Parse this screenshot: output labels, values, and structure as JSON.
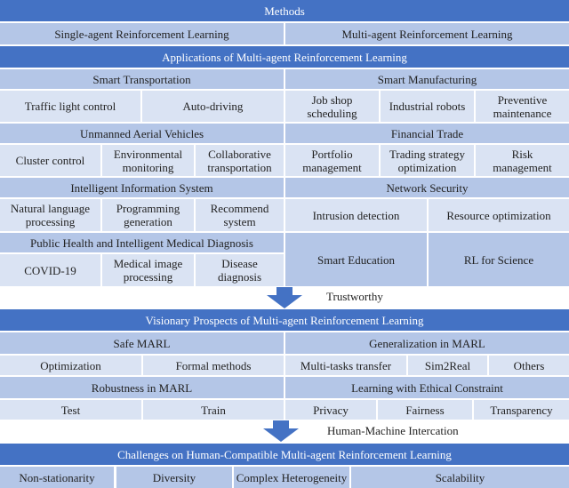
{
  "methods": {
    "title": "Methods",
    "items": [
      "Single-agent Reinforcement Learning",
      "Multi-agent Reinforcement Learning"
    ]
  },
  "applications": {
    "title": "Applications of Multi-agent Reinforcement Learning",
    "smart_transportation": {
      "title": "Smart Transportation",
      "items": [
        "Traffic light control",
        "Auto-driving"
      ]
    },
    "smart_manufacturing": {
      "title": "Smart Manufacturing",
      "items": [
        "Job shop scheduling",
        "Industrial robots",
        "Preventive maintenance"
      ]
    },
    "uav": {
      "title": "Unmanned Aerial Vehicles",
      "items": [
        "Cluster control",
        "Environmental monitoring",
        "Collaborative transportation"
      ]
    },
    "financial_trade": {
      "title": "Financial Trade",
      "items": [
        "Portfolio management",
        "Trading strategy optimization",
        "Risk management"
      ]
    },
    "iis": {
      "title": "Intelligent Information System",
      "items": [
        "Natural language processing",
        "Programming generation",
        "Recommend system"
      ]
    },
    "network_security": {
      "title": "Network Security",
      "items": [
        "Intrusion detection",
        "Resource optimization"
      ]
    },
    "public_health": {
      "title": "Public Health and Intelligent Medical Diagnosis",
      "items": [
        "COVID-19",
        "Medical image processing",
        "Disease diagnosis"
      ]
    },
    "smart_education": "Smart Education",
    "rl_for_science": "RL for Science"
  },
  "transition1": {
    "label": "Trustworthy"
  },
  "prospects": {
    "title": "Visionary Prospects of Multi-agent Reinforcement Learning",
    "safe_marl": {
      "title": "Safe MARL",
      "items": [
        "Optimization",
        "Formal methods"
      ]
    },
    "generalization": {
      "title": "Generalization in MARL",
      "items": [
        "Multi-tasks transfer",
        "Sim2Real",
        "Others"
      ]
    },
    "robustness": {
      "title": "Robustness in MARL",
      "items": [
        "Test",
        "Train"
      ]
    },
    "ethical": {
      "title": "Learning with Ethical Constraint",
      "items": [
        "Privacy",
        "Fairness",
        "Transparency"
      ]
    }
  },
  "transition2": {
    "label": "Human-Machine Intercation"
  },
  "challenges": {
    "title": "Challenges on Human-Compatible Multi-agent Reinforcement Learning",
    "items": [
      "Non-stationarity",
      "Diversity",
      "Complex Heterogeneity",
      "Scalability"
    ]
  },
  "colors": {
    "dark": "#4472c4",
    "mid": "#b4c6e7",
    "light": "#dae3f3"
  }
}
